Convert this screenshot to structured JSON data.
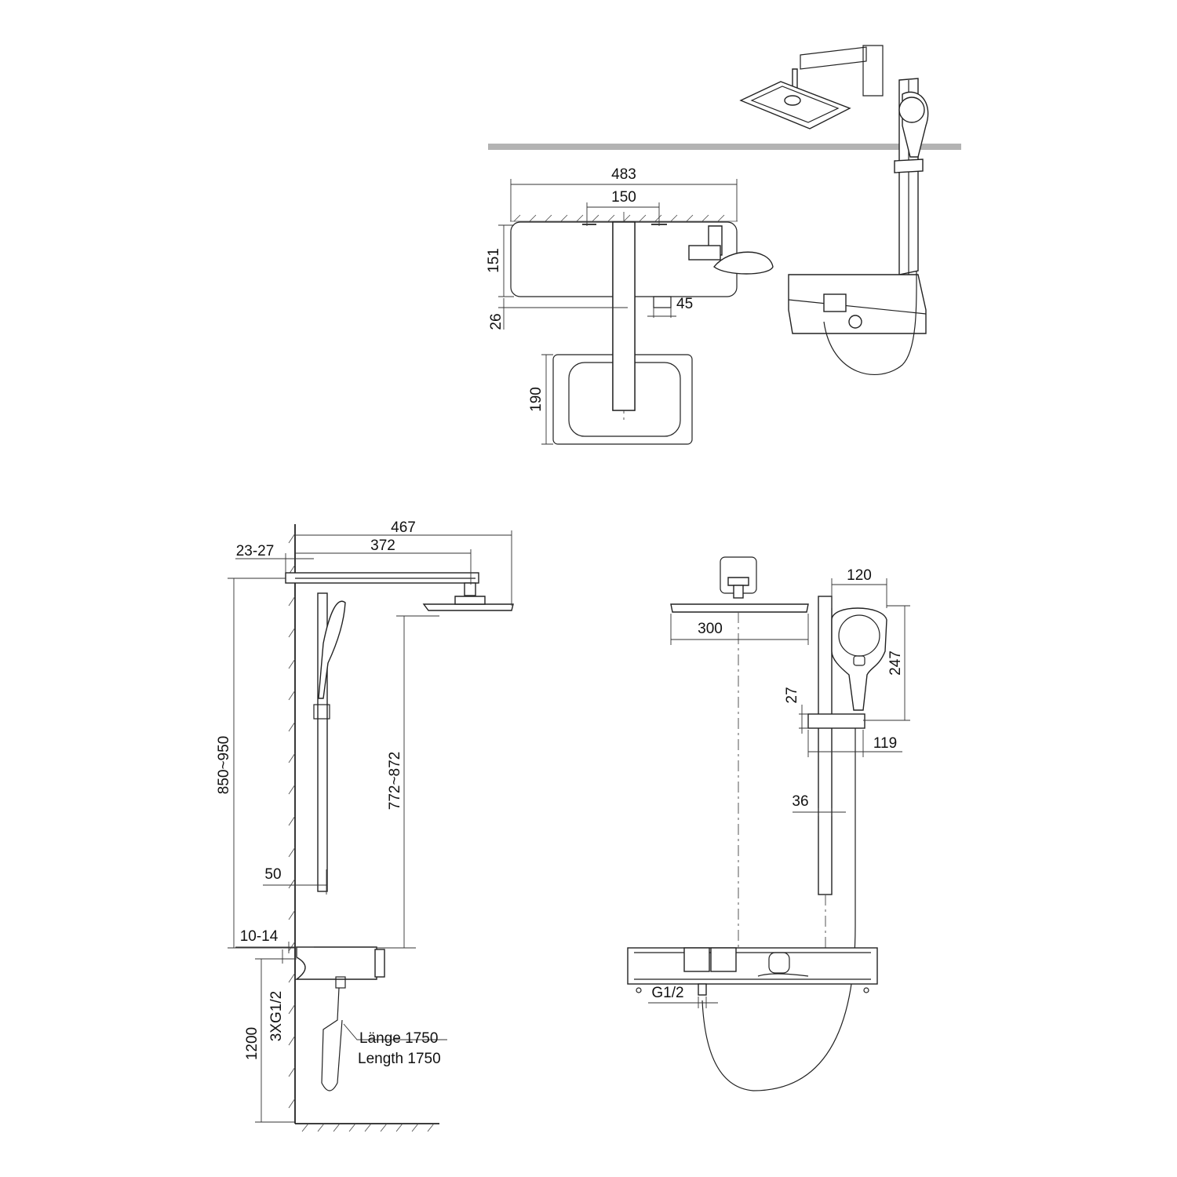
{
  "top_view": {
    "width_total": "483",
    "mount_spacing": "150",
    "panel_depth": "151",
    "offset": "26",
    "outlet_width": "45",
    "head_depth": "190"
  },
  "side_view": {
    "arm_length_total": "467",
    "arm_length": "372",
    "wall_gap": "23-27",
    "arm_height": "850~950",
    "head_height": "772~872",
    "rail_depth": "50",
    "inlet_gap": "10-14",
    "inlets": "3XG1/2",
    "install_height": "1200",
    "hose_length_de": "Länge 1750",
    "hose_length_en": "Length 1750"
  },
  "front_view": {
    "head_width": "300",
    "hand_shower_width": "120",
    "hand_shower_height": "247",
    "holder_height": "27",
    "holder_depth": "119",
    "rail_width": "36",
    "inlet": "G1/2"
  },
  "colors": {
    "line": "#222222",
    "ceiling_bar": "#b3b3b3"
  }
}
